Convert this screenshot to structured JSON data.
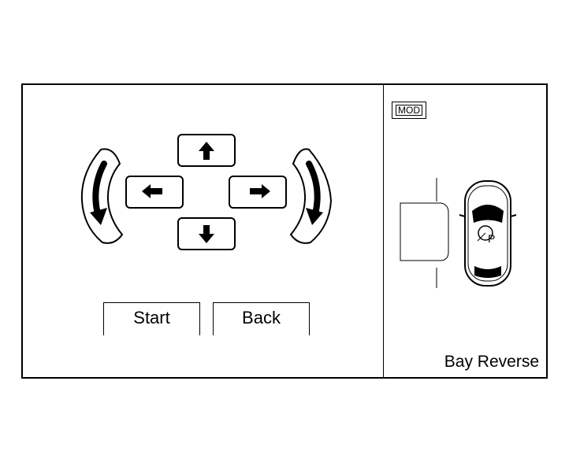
{
  "buttons": {
    "start_label": "Start",
    "back_label": "Back"
  },
  "indicator": {
    "mod_label": "MOD"
  },
  "parking": {
    "mode_label": "Bay Reverse"
  },
  "icons": {
    "up": "arrow-up-icon",
    "down": "arrow-down-icon",
    "left": "arrow-left-icon",
    "right": "arrow-right-icon",
    "rotate_left": "rotate-counterclockwise-icon",
    "rotate_right": "rotate-clockwise-icon",
    "car": "car-top-view-icon"
  }
}
